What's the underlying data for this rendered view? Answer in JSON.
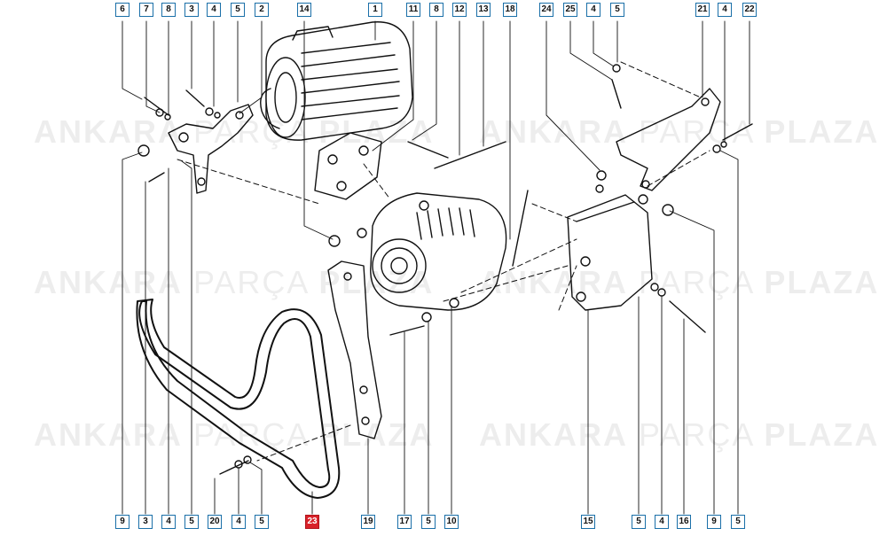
{
  "watermark": {
    "a": "ANKARA",
    "b": "PARÇA",
    "c": "PLAZA"
  },
  "colors": {
    "callout_border": "#1a6fa8",
    "highlight": "#d9222a",
    "line": "#111111"
  },
  "callouts_top": [
    "6",
    "7",
    "8",
    "3",
    "4",
    "5",
    "2",
    "14",
    "1",
    "11",
    "8",
    "12",
    "13",
    "18",
    "24",
    "25",
    "4",
    "5",
    "21",
    "4",
    "22"
  ],
  "callouts_bottom": [
    "9",
    "3",
    "4",
    "5",
    "20",
    "4",
    "5",
    "23",
    "19",
    "17",
    "5",
    "10",
    "15",
    "5",
    "4",
    "16",
    "9",
    "5"
  ],
  "highlighted": "23"
}
